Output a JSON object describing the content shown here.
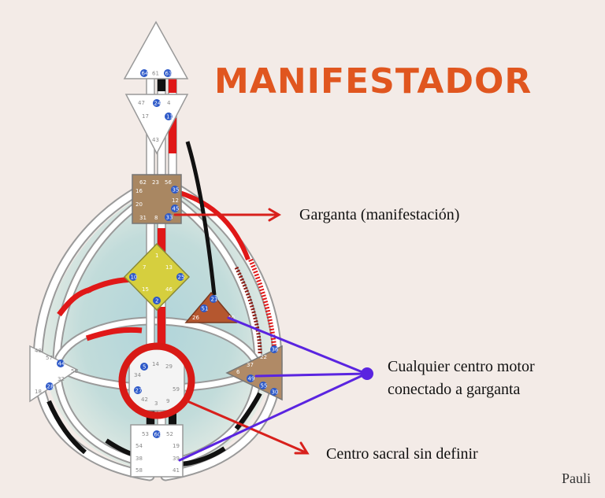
{
  "title": "MANIFESTADOR",
  "labels": {
    "throat": "Garganta (manifestación)",
    "motor_line1": "Cualquier centro motor",
    "motor_line2": "conectado a garganta",
    "sacral": "Centro sacral sin definir"
  },
  "signature": "Pauli",
  "colors": {
    "title": "#e0561f",
    "arrow_red": "#d8201c",
    "arrow_purple": "#5a24e0",
    "channel_red": "#e01818"
  }
}
